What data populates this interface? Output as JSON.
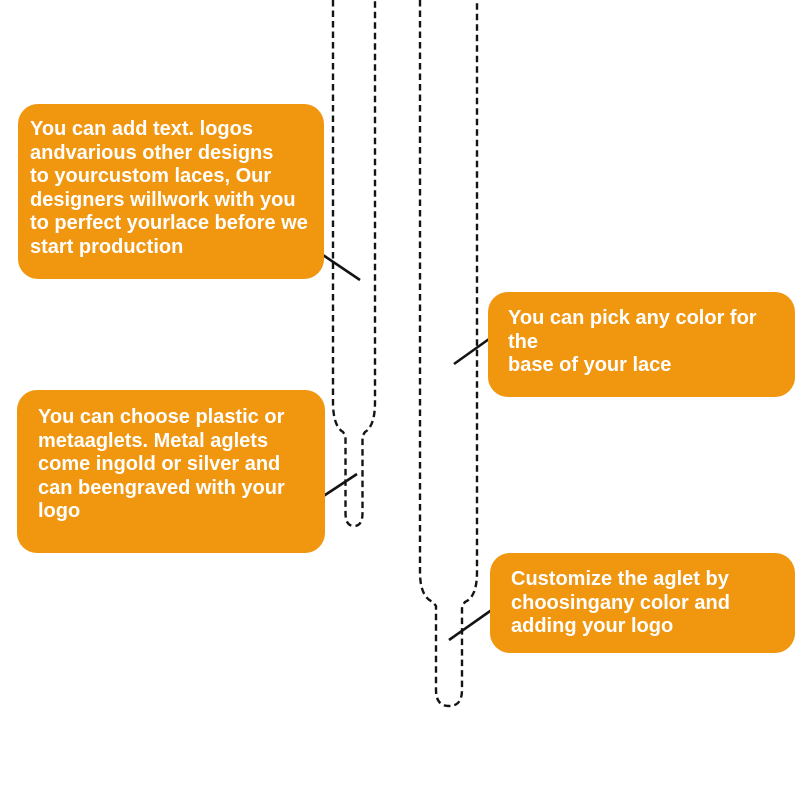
{
  "page": {
    "background": "#ffffff"
  },
  "colors": {
    "callout_background": "#F0960F",
    "callout_text": "#ffffff",
    "outline": "#141414"
  },
  "callouts": [
    {
      "id": "add-designs",
      "text": "You can add text. logos\nandvarious other designs\nto yourcustom laces, Our\ndesigners willwork with you\nto perfect yourlace before we\nstart production"
    },
    {
      "id": "lace-color",
      "text": "You can pick any color for\nthe\nbase of your lace"
    },
    {
      "id": "aglet-material",
      "text": "You can choose plastic or\nmetaaglets. Metal aglets\ncome ingold or silver and\ncan beengraved with your\nlogo"
    },
    {
      "id": "aglet-customize",
      "text": "Customize the aglet by\nchoosingany color and\nadding your logo"
    }
  ]
}
